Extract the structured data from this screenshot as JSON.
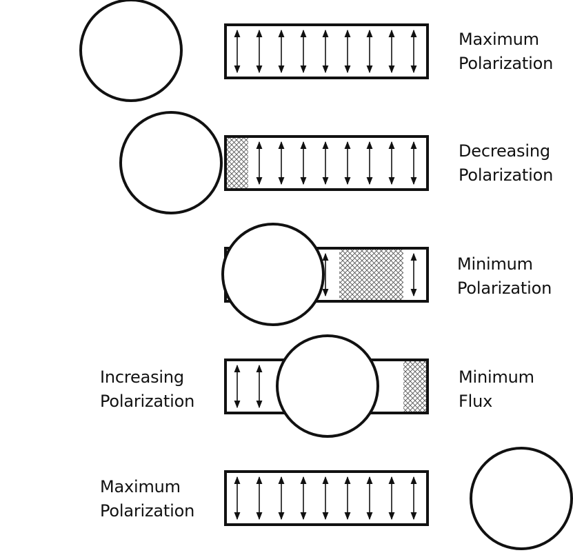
{
  "stages": [
    {
      "id": "max-top",
      "hatch": "none",
      "label": [
        "Maximum",
        "Polarization"
      ]
    },
    {
      "id": "decreasing",
      "hatch": "left-edge",
      "label": [
        "Decreasing",
        "Polarization"
      ]
    },
    {
      "id": "minimum",
      "hatch": "right-of-circle",
      "label": [
        "Minimum",
        "Polarization"
      ]
    },
    {
      "id": "increasing",
      "hatch": "right-edge",
      "label": [
        "Minimum",
        "Flux"
      ],
      "left_label": [
        "Increasing",
        "Polarization"
      ]
    },
    {
      "id": "max-bottom",
      "hatch": "none",
      "left_label": [
        "Maximum",
        "Polarization"
      ]
    }
  ],
  "colors": {
    "stroke": "#111111",
    "hatch_fill": "#bdbdbd",
    "background": "#ffffff"
  }
}
